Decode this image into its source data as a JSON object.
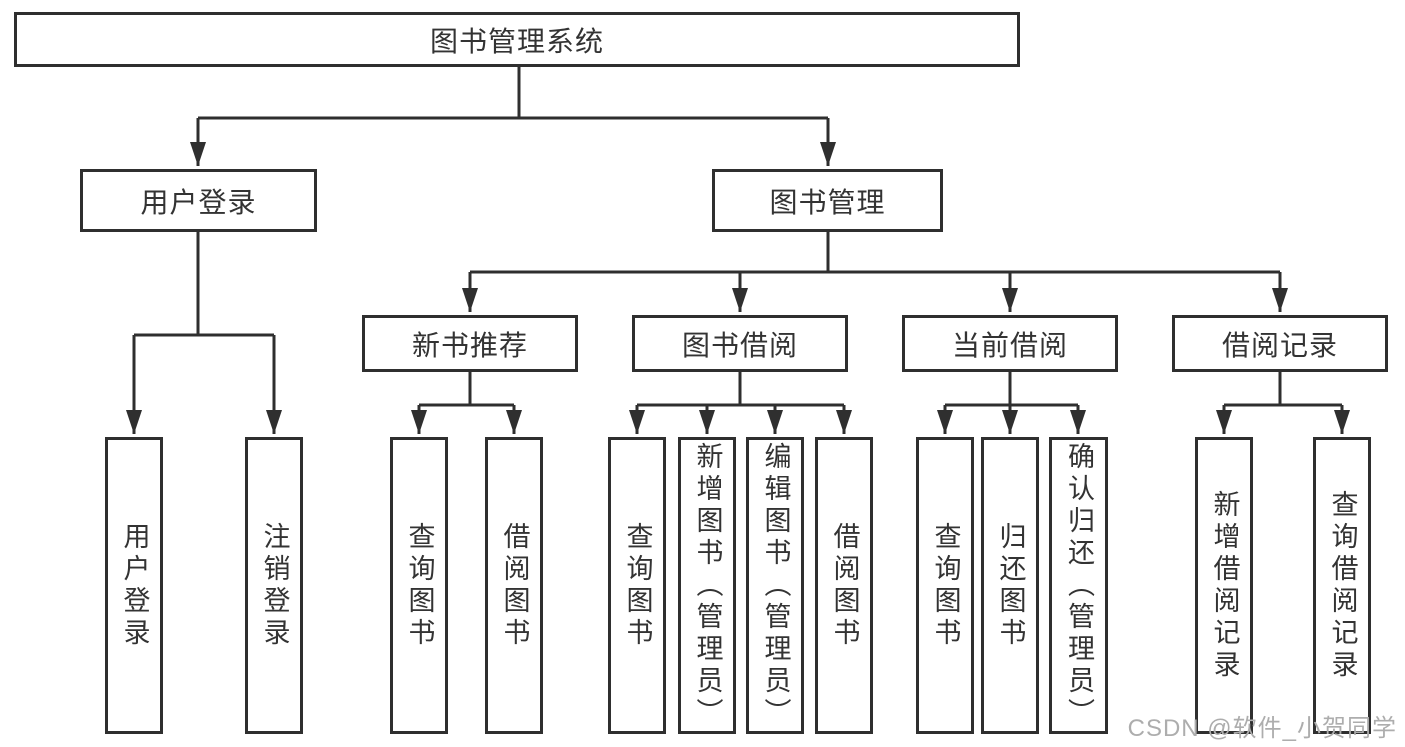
{
  "colors": {
    "line": "#2f2f2f",
    "text": "#333333",
    "watermark_gray": "#adadad",
    "background": "#ffffff"
  },
  "watermark": "CSDN @软件_小贺同学",
  "diagram": {
    "root": {
      "label": "图书管理系统"
    },
    "branches": [
      {
        "label": "用户登录",
        "children": [
          {
            "label": "用户登录"
          },
          {
            "label": "注销登录"
          }
        ]
      },
      {
        "label": "图书管理",
        "children": [
          {
            "label": "新书推荐",
            "children": [
              {
                "label": "查询图书"
              },
              {
                "label": "借阅图书"
              }
            ]
          },
          {
            "label": "图书借阅",
            "children": [
              {
                "label": "查询图书"
              },
              {
                "label": "新增图书（管理员）"
              },
              {
                "label": "编辑图书（管理员）"
              },
              {
                "label": "借阅图书"
              }
            ]
          },
          {
            "label": "当前借阅",
            "children": [
              {
                "label": "查询图书"
              },
              {
                "label": "归还图书"
              },
              {
                "label": "确认归还（管理员）"
              }
            ]
          },
          {
            "label": "借阅记录",
            "children": [
              {
                "label": "新增借阅记录"
              },
              {
                "label": "查询借阅记录"
              }
            ]
          }
        ]
      }
    ]
  }
}
